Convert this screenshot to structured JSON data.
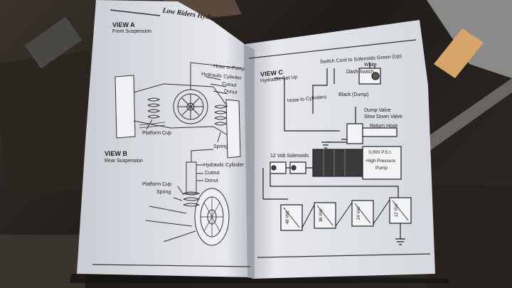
{
  "header": {
    "brand": "Low Riders Hydraulics"
  },
  "view_a": {
    "title": "VIEW A",
    "subtitle": "Front Suspension",
    "labels": {
      "hose_to_pump": "Hose to Pump",
      "hydraulic_cylinder": "Hydraulic Cylinder",
      "cutout": "Cutout",
      "donut": "Donut",
      "platform_cup": "Platform Cup",
      "spring": "Spring"
    }
  },
  "view_b": {
    "title": "VIEW B",
    "subtitle": "Rear Suspension",
    "labels": {
      "hydraulic_cylinder": "Hydraulic Cylinder",
      "cutout": "Cutout",
      "donut": "Donut",
      "platform_cup": "Platform Cup",
      "spring": "Spring"
    }
  },
  "view_c": {
    "title": "VIEW C",
    "subtitle": "Hydraulic Set Up",
    "labels": {
      "switch_cord": "Switch Cord to Solenoids  Green (Up)",
      "white": "White",
      "dash_switch": "Dash Switch",
      "black_dump": "Black (Dump)",
      "hose_to_cylinders": "Hose to Cylinders",
      "dump_valve": "Dump Valve",
      "slow_down_valve": "Slow Down Valve",
      "return_hose": "Return Hose",
      "solenoids": "12 Volt Solenoids",
      "pump_psi": "3,000 P.S.I.",
      "pump_name_1": "High Pressure",
      "pump_name_2": "Pump"
    },
    "batteries": [
      "48 Volt",
      "36 Volt",
      "24 Volt",
      "12 Volt"
    ]
  }
}
